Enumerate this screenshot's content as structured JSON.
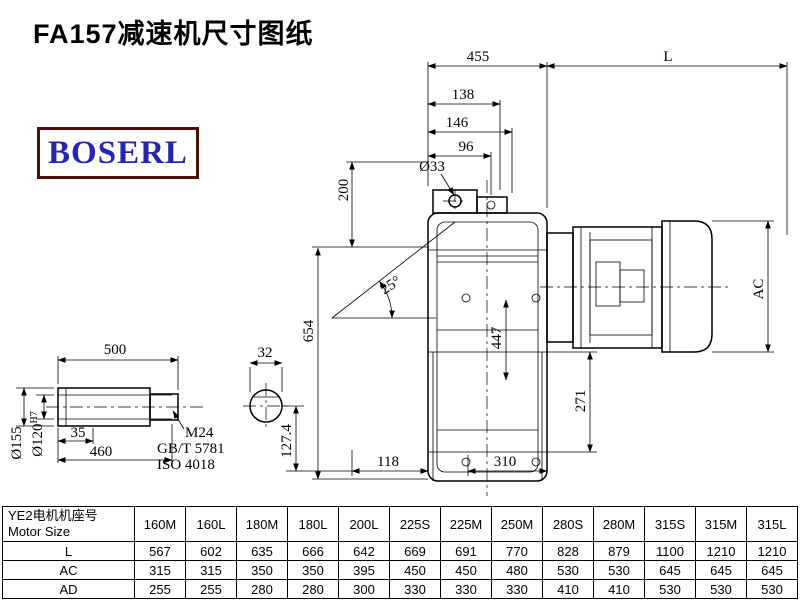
{
  "page": {
    "title": "FA157减速机尺寸图纸"
  },
  "logo": {
    "text": "BOSERL"
  },
  "drawing": {
    "dims": {
      "d455": "455",
      "dL": "L",
      "d138": "138",
      "d146": "146",
      "d96": "96",
      "d33": "Ø33",
      "d200": "200",
      "d25": "25°",
      "d654": "654",
      "d447": "447",
      "dAC": "AC",
      "d271": "271",
      "d118": "118",
      "d310": "310",
      "d127": "127.4",
      "d500": "500",
      "d35": "35",
      "d460": "460",
      "d32": "32",
      "d155": "Ø155",
      "d120main": "Ø120",
      "d120sup": "H7",
      "m24": "M24",
      "gbt": "GB/T 5781",
      "iso": "ISO 4018"
    }
  },
  "table": {
    "header_cn": "YE2电机机座号",
    "header_en": "Motor Size",
    "columns": [
      "160M",
      "160L",
      "180M",
      "180L",
      "200L",
      "225S",
      "225M",
      "250M",
      "280S",
      "280M",
      "315S",
      "315M",
      "315L"
    ],
    "rows": [
      {
        "label": "L",
        "values": [
          "567",
          "602",
          "635",
          "666",
          "642",
          "669",
          "691",
          "770",
          "828",
          "879",
          "1100",
          "1210",
          "1210"
        ]
      },
      {
        "label": "AC",
        "values": [
          "315",
          "315",
          "350",
          "350",
          "395",
          "450",
          "450",
          "480",
          "530",
          "530",
          "645",
          "645",
          "645"
        ]
      },
      {
        "label": "AD",
        "values": [
          "255",
          "255",
          "280",
          "280",
          "300",
          "330",
          "330",
          "330",
          "410",
          "410",
          "530",
          "530",
          "530"
        ]
      }
    ]
  }
}
